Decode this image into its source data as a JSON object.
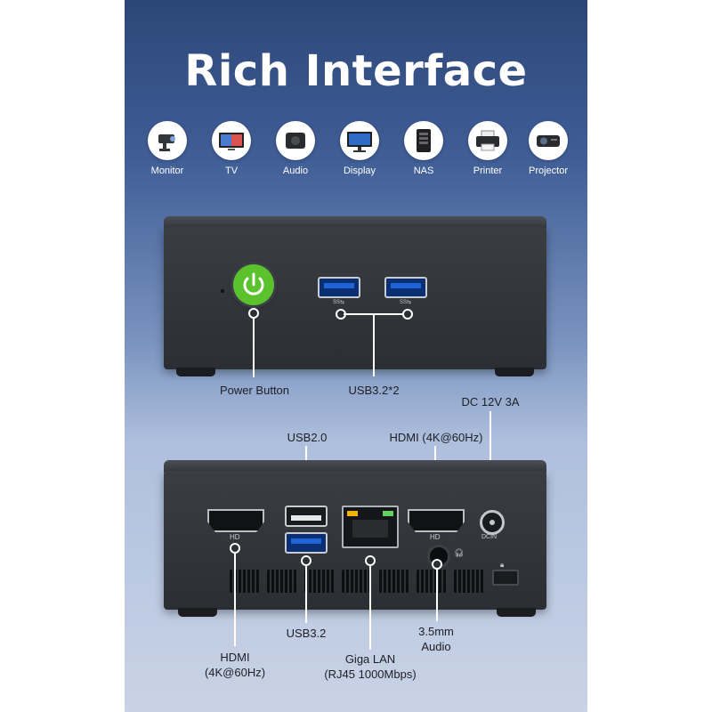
{
  "title": "Rich Interface",
  "devices": [
    {
      "label": "Monitor",
      "icon": "security-camera-icon"
    },
    {
      "label": "TV",
      "icon": "tv-icon"
    },
    {
      "label": "Audio",
      "icon": "speaker-icon"
    },
    {
      "label": "Display",
      "icon": "display-monitor-icon"
    },
    {
      "label": "NAS",
      "icon": "nas-icon"
    },
    {
      "label": "Printer",
      "icon": "printer-icon"
    },
    {
      "label": "Projector",
      "icon": "projector-icon"
    }
  ],
  "front": {
    "power_label": "Power Button",
    "usb_label": "USB3.2*2"
  },
  "rear": {
    "usb2_label": "USB2.0",
    "hdmi_top_label": "HDMI (4K@60Hz)",
    "dc_label": "DC 12V 3A",
    "hdmi_bottom_line1": "HDMI",
    "hdmi_bottom_line2": "(4K@60Hz)",
    "usb32_label": "USB3.2",
    "lan_line1": "Giga LAN",
    "lan_line2": "(RJ45 1000Mbps)",
    "audio_line1": "3.5mm",
    "audio_line2": "Audio",
    "dcin_tag": "DCIN"
  },
  "colors": {
    "power_button": "#59c22d",
    "usb3_blue": "#1f63d6",
    "panel_top": "#2c4678",
    "panel_bottom": "#c9d3e6"
  }
}
